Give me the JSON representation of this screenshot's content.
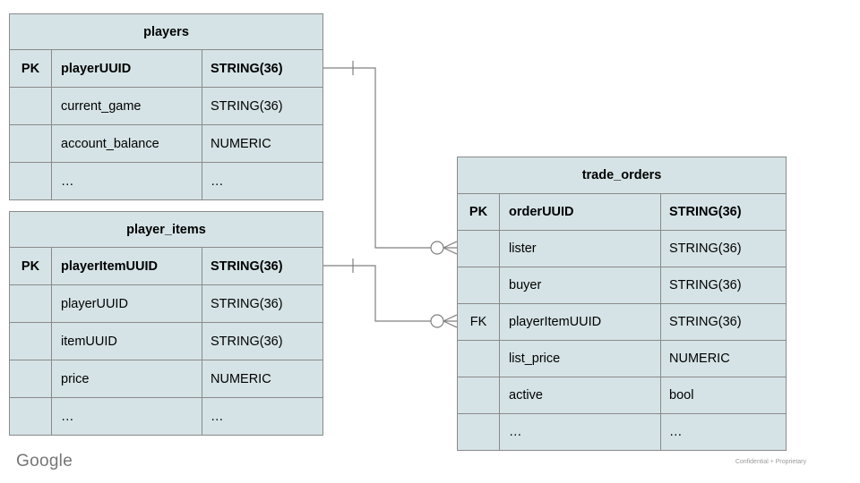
{
  "diagram": {
    "tables": {
      "players": {
        "title": "players",
        "rows": [
          {
            "key": "PK",
            "name": "playerUUID",
            "type": "STRING(36)"
          },
          {
            "key": "",
            "name": "current_game",
            "type": "STRING(36)"
          },
          {
            "key": "",
            "name": "account_balance",
            "type": "NUMERIC"
          },
          {
            "key": "",
            "name": "…",
            "type": "…"
          }
        ]
      },
      "player_items": {
        "title": "player_items",
        "rows": [
          {
            "key": "PK",
            "name": "playerItemUUID",
            "type": "STRING(36)"
          },
          {
            "key": "",
            "name": "playerUUID",
            "type": "STRING(36)"
          },
          {
            "key": "",
            "name": "itemUUID",
            "type": "STRING(36)"
          },
          {
            "key": "",
            "name": "price",
            "type": "NUMERIC"
          },
          {
            "key": "",
            "name": "…",
            "type": "…"
          }
        ]
      },
      "trade_orders": {
        "title": "trade_orders",
        "rows": [
          {
            "key": "PK",
            "name": "orderUUID",
            "type": "STRING(36)"
          },
          {
            "key": "",
            "name": "lister",
            "type": "STRING(36)"
          },
          {
            "key": "",
            "name": "buyer",
            "type": "STRING(36)"
          },
          {
            "key": "FK",
            "name": "playerItemUUID",
            "type": "STRING(36)"
          },
          {
            "key": "",
            "name": "list_price",
            "type": "NUMERIC"
          },
          {
            "key": "",
            "name": "active",
            "type": "bool"
          },
          {
            "key": "",
            "name": "…",
            "type": "…"
          }
        ]
      }
    },
    "relationships": [
      {
        "from": "players.playerUUID",
        "to": "trade_orders.lister",
        "from_cardinality": "one",
        "to_cardinality": "zero-or-many"
      },
      {
        "from": "player_items.playerItemUUID",
        "to": "trade_orders.playerItemUUID",
        "from_cardinality": "one",
        "to_cardinality": "zero-or-many"
      }
    ],
    "colors": {
      "cell_fill": "#d5e3e6",
      "table_border": "#8a8a8a",
      "connector": "#808080",
      "text": "#000000"
    }
  },
  "footer": {
    "logo_text": "Google",
    "note": "Confidential + Proprietary"
  }
}
